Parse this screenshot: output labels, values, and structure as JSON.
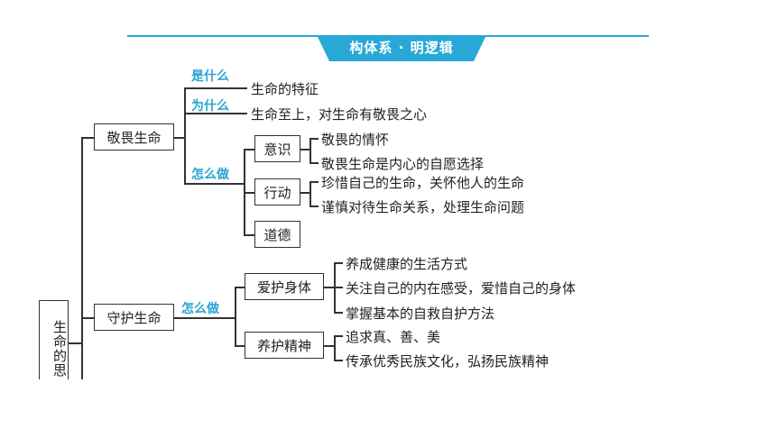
{
  "header": {
    "title": "构体系 · 明逻辑"
  },
  "root": {
    "label": "生命的思"
  },
  "branches": {
    "respect": {
      "label": "敬畏生命",
      "what_tag": "是什么",
      "what_text": "生命的特征",
      "why_tag": "为什么",
      "why_text": "生命至上，对生命有敬畏之心",
      "how_tag": "怎么做",
      "consciousness": {
        "label": "意识",
        "items": [
          "敬畏的情怀",
          "敬畏生命是内心的自愿选择"
        ]
      },
      "action": {
        "label": "行动",
        "items": [
          "珍惜自己的生命，关怀他人的生命",
          "谨慎对待生命关系，处理生命问题"
        ]
      },
      "morality": {
        "label": "道德"
      }
    },
    "protect": {
      "label": "守护生命",
      "how_tag": "怎么做",
      "body": {
        "label": "爱护身体",
        "items": [
          "养成健康的生活方式",
          "关注自己的内在感受，爱惜自己的身体",
          "掌握基本的自救自护方法"
        ]
      },
      "spirit": {
        "label": "养护精神",
        "items": [
          "追求真、善、美",
          "传承优秀民族文化，弘扬民族精神"
        ]
      }
    }
  }
}
